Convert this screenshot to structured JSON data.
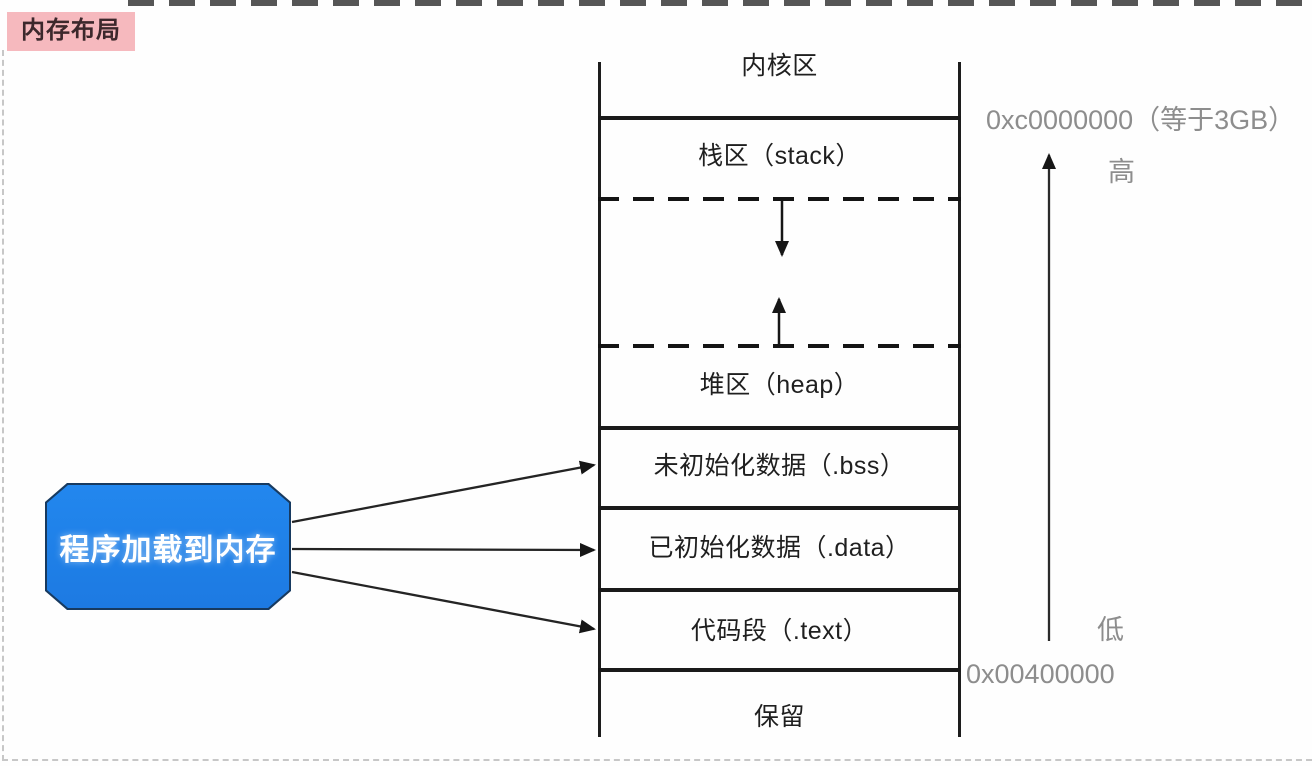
{
  "badge": {
    "label": "内存布局"
  },
  "column": {
    "sections": [
      {
        "id": "kernel",
        "label": "内核区"
      },
      {
        "id": "stack",
        "label": "栈区（stack）"
      },
      {
        "id": "heap",
        "label": "堆区（heap）"
      },
      {
        "id": "bss",
        "label": "未初始化数据（.bss）"
      },
      {
        "id": "data",
        "label": "已初始化数据（.data）"
      },
      {
        "id": "text",
        "label": "代码段（.text）"
      },
      {
        "id": "reserved",
        "label": "保留"
      }
    ]
  },
  "annotations": {
    "high_address": "0xc0000000（等于3GB）",
    "high": "高",
    "low": "低",
    "low_address": "0x00400000"
  },
  "source_box": {
    "label": "程序加载到内存"
  },
  "colors": {
    "badge_bg": "#f6b9be",
    "box_blue": "#1f7fe7",
    "gray_label": "#8d8d8d",
    "line_black": "#1a1a1a"
  }
}
